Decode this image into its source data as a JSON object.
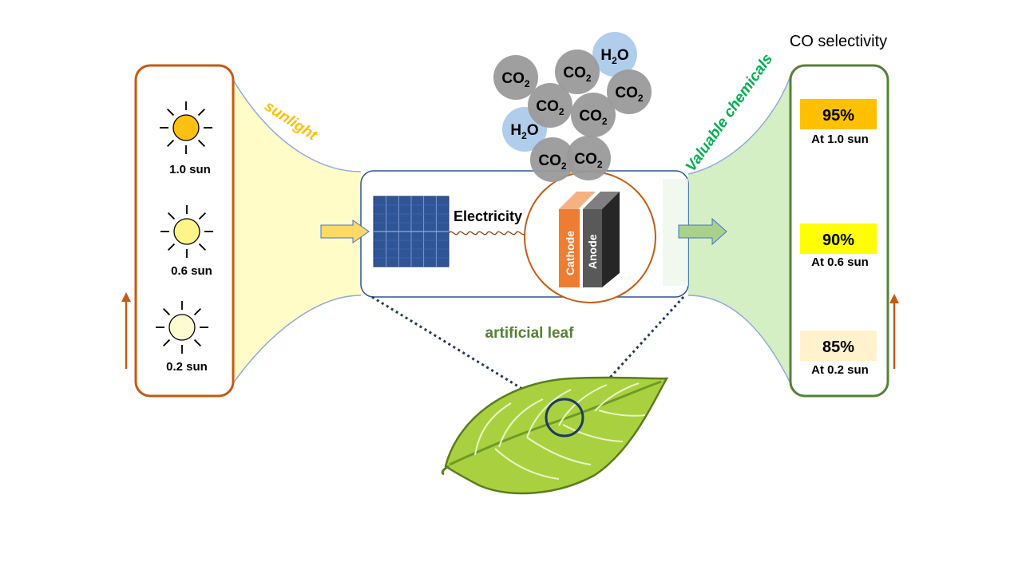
{
  "left_panel": {
    "suns": [
      {
        "label": "1.0 sun",
        "color": "#fbc010"
      },
      {
        "label": "0.6 sun",
        "color": "#fff38a"
      },
      {
        "label": "0.2 sun",
        "color": "#fffbd0"
      }
    ],
    "border_color": "#c55a11"
  },
  "beam_labels": {
    "sunlight": "sunlight",
    "valuable": "Valuable chemicals"
  },
  "device": {
    "electricity": "Electricity",
    "cathode": "Cathode",
    "anode": "Anode",
    "caption": "artificial leaf"
  },
  "molecules": {
    "co2": {
      "base": "CO",
      "sub": "2"
    },
    "h2o": {
      "pre": "H",
      "sub": "2",
      "post": "O"
    }
  },
  "right_panel": {
    "title": "CO selectivity",
    "border_color": "#548235",
    "items": [
      {
        "value": "95%",
        "label": "At 1.0 sun",
        "color": "#ffc000"
      },
      {
        "value": "90%",
        "label": "At 0.6 sun",
        "color": "#ffff00"
      },
      {
        "value": "85%",
        "label": "At 0.2 sun",
        "color": "#fff2cc"
      }
    ]
  },
  "colors": {
    "sunlight_beam": "#fffcc8",
    "chemicals_beam": "#d4efc4",
    "co2_circle": "#9a9a9a",
    "h2o_circle": "#a9c8ea",
    "cathode": "#ed7d31",
    "anode": "#595959",
    "panel_blue": "#2f5597",
    "leaf": "#a9d13f",
    "caption": "#548235",
    "sunlight_text": "#ffc000",
    "chemicals_text": "#00b050"
  }
}
